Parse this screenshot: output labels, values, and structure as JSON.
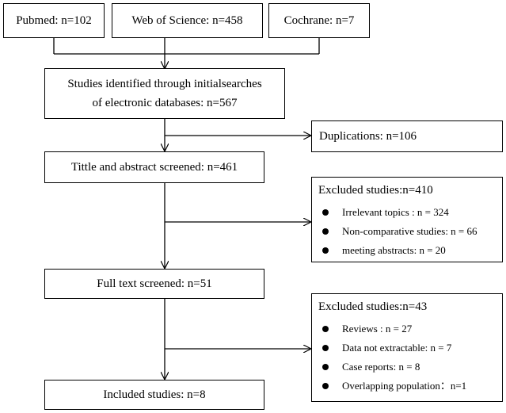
{
  "sources": {
    "pubmed": "Pubmed: n=102",
    "wos": "Web of Science: n=458",
    "cochrane": "Cochrane: n=7"
  },
  "identified": {
    "line1": "Studies identified through initialsearches",
    "line2": "of electronic databases: n=567"
  },
  "duplications": "Duplications: n=106",
  "screened": "Tittle and abstract screened: n=461",
  "excluded1": {
    "title": "Excluded studies:n=410",
    "items": [
      "Irrelevant topics : n = 324",
      "Non-comparative studies: n = 66",
      "meeting abstracts: n = 20"
    ]
  },
  "fulltext": "Full text screened: n=51",
  "excluded2": {
    "title": "Excluded studies:n=43",
    "items": [
      "Reviews : n = 27",
      "Data not extractable: n = 7",
      "Case reports: n = 8",
      "Overlapping population：n=1"
    ]
  },
  "included": "Included studies: n=8"
}
